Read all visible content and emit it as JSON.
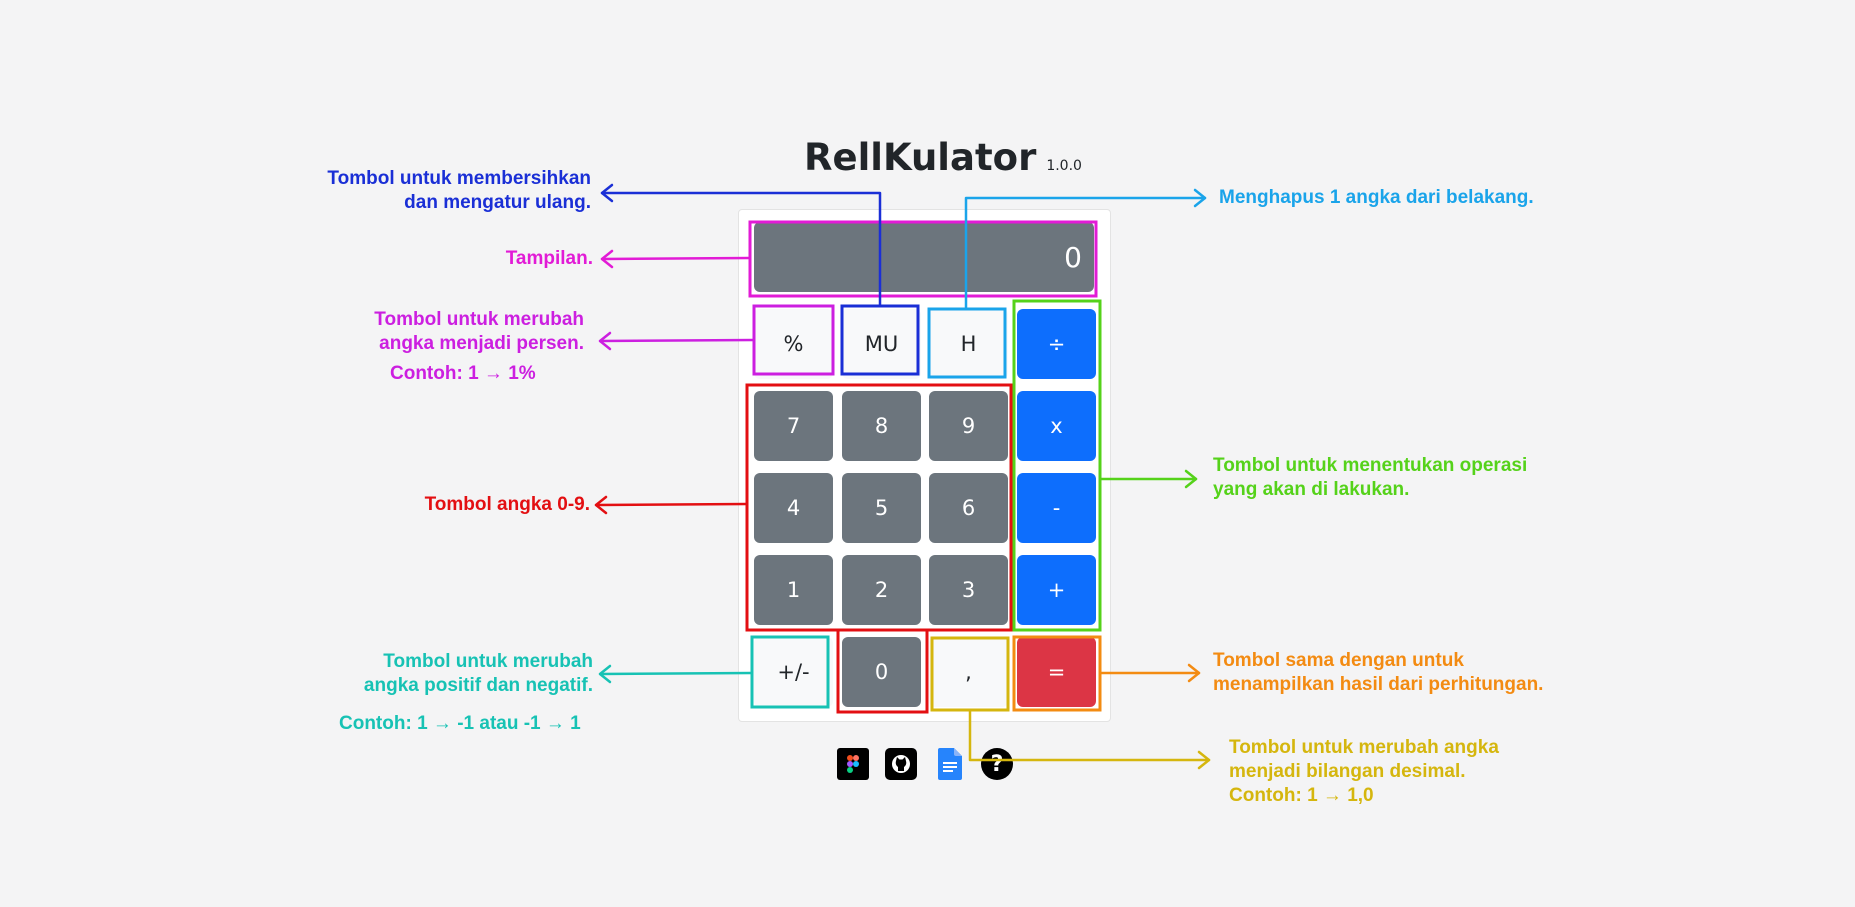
{
  "header": {
    "title": "RellKulator",
    "version": "1.0.0"
  },
  "display": {
    "value": "0"
  },
  "buttons": {
    "percent": "%",
    "clear": "MU",
    "delete": "H",
    "divide": "÷",
    "seven": "7",
    "eight": "8",
    "nine": "9",
    "multiply": "x",
    "four": "4",
    "five": "5",
    "six": "6",
    "minus": "-",
    "one": "1",
    "two": "2",
    "three": "3",
    "plus": "+",
    "negate": "+/-",
    "zero": "0",
    "decimal": ",",
    "equals": "="
  },
  "annotations": {
    "clear_line1": "Tombol untuk membersihkan",
    "clear_line2": "dan mengatur ulang.",
    "display": "Tampilan.",
    "percent_line1": "Tombol untuk merubah",
    "percent_line2": "angka menjadi persen.",
    "percent_example": "Contoh: 1 → 1%",
    "numbers": "Tombol angka 0-9.",
    "negate_line1": "Tombol untuk merubah",
    "negate_line2": "angka positif dan negatif.",
    "negate_example": "Contoh:  1 → -1 atau -1 → 1",
    "delete": "Menghapus 1 angka dari belakang.",
    "operators_line1": "Tombol untuk menentukan operasi",
    "operators_line2": "yang akan di lakukan.",
    "equals_line1": "Tombol sama dengan untuk",
    "equals_line2": "menampilkan hasil dari perhitungan.",
    "decimal_line1": "Tombol untuk merubah angka",
    "decimal_line2": "menjadi bilangan desimal.",
    "decimal_example": "Contoh: 1 → 1,0"
  },
  "colors": {
    "clear": "#1a2fd6",
    "display": "#e21bd6",
    "percent": "#cc1fe0",
    "numbers": "#e30f12",
    "negate": "#17c2b4",
    "delete": "#1aa4ea",
    "operators": "#55d21a",
    "equals": "#f38b12",
    "decimal": "#d5b60e"
  },
  "footer": {
    "icons": [
      "figma-icon",
      "github-icon",
      "docs-icon",
      "help-icon"
    ],
    "help_glyph": "?"
  }
}
